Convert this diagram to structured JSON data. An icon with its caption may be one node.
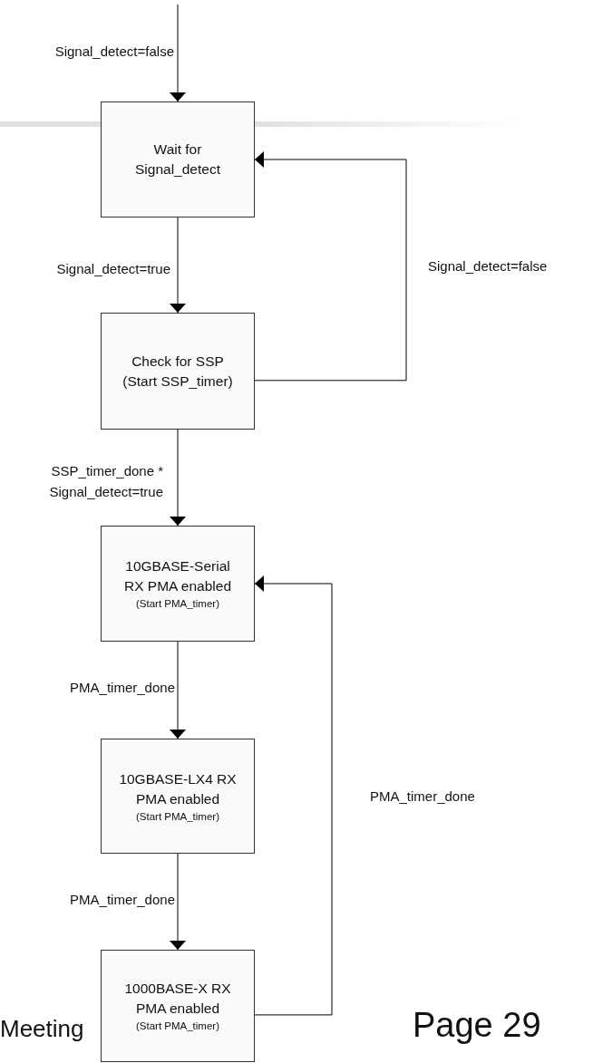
{
  "diagram": {
    "nodes": [
      {
        "text": [
          "Wait for Signal_detect"
        ]
      },
      {
        "text": [
          "Check for SSP",
          "(Start SSP_timer)"
        ]
      },
      {
        "text": [
          "10GBASE-Serial RX PMA enabled",
          "(Start PMA_timer)"
        ]
      },
      {
        "text": [
          "10GBASE-LX4 RX PMA enabled",
          "(Start PMA_timer)"
        ]
      },
      {
        "text": [
          "1000BASE-X RX PMA enabled",
          "(Start PMA_timer)"
        ]
      }
    ],
    "edges": [
      {
        "from": null,
        "to": 0,
        "arrow": "to",
        "label": "Signal_detect=false"
      },
      {
        "from": 0,
        "to": 1,
        "arrow": "to",
        "label": "Signal_detect=true"
      },
      {
        "from": 1,
        "to": 0,
        "arrow": "to",
        "label": "Signal_detect=false"
      },
      {
        "from": 1,
        "to": 2,
        "arrow": "to",
        "label": "SSP_timer_done * Signal_detect=true"
      },
      {
        "from": 2,
        "to": 3,
        "arrow": "to",
        "label": "PMA_timer_done"
      },
      {
        "from": 3,
        "to": 4,
        "arrow": "to",
        "label": "PMA_timer_done"
      },
      {
        "from": 4,
        "to": 2,
        "arrow": "to",
        "label": "PMA_timer_done"
      }
    ],
    "labels": [
      "Meeting",
      "Page 29"
    ]
  }
}
